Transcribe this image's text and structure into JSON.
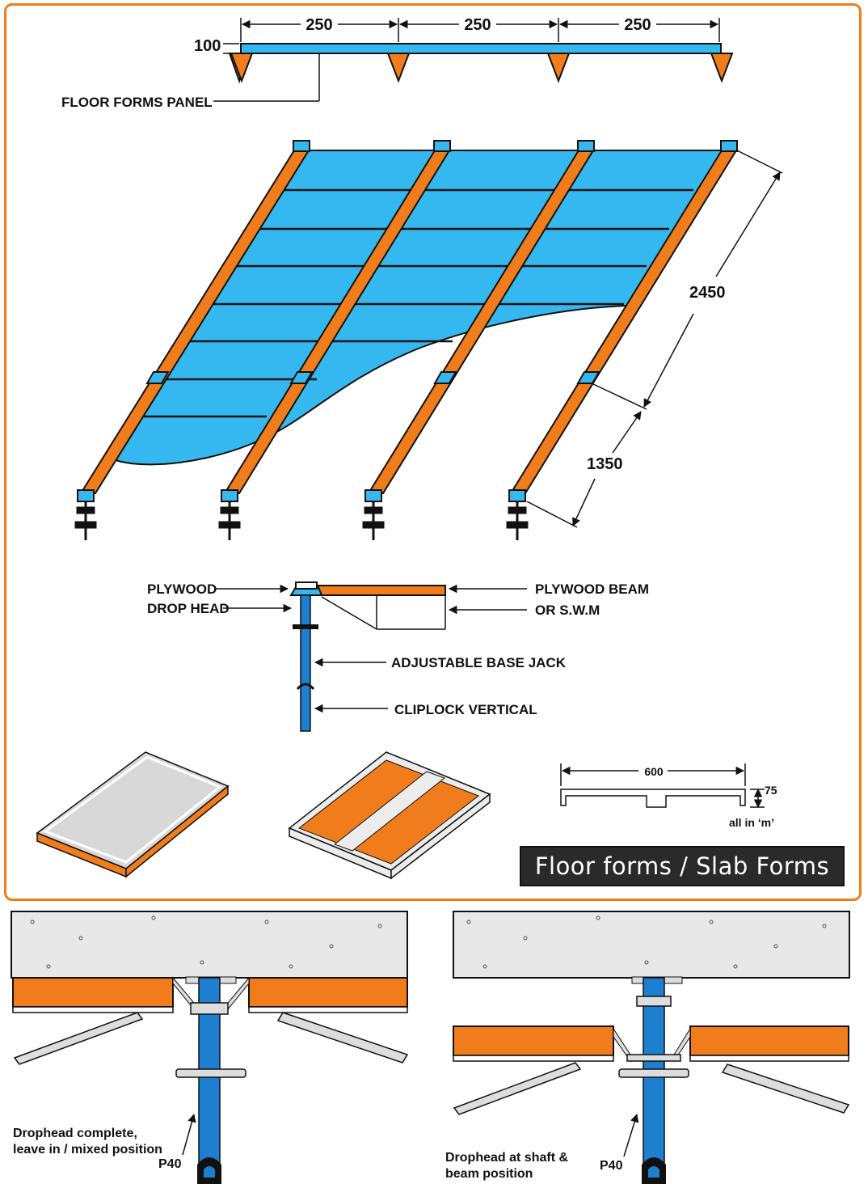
{
  "title": "Floor forms / Slab Forms",
  "section_profile": {
    "span_1": "250",
    "span_2": "250",
    "span_3": "250",
    "depth": "100",
    "panel_label": "FLOOR FORMS PANEL"
  },
  "iso_view": {
    "length_long": "2450",
    "length_short": "1350"
  },
  "drophead_detail": {
    "plywood": "PLYWOOD",
    "drop_head": "DROP HEAD",
    "plywood_beam": "PLYWOOD BEAM",
    "swm": "OR S.W.M",
    "base_jack": "ADJUSTABLE BASE JACK",
    "cliplock": "CLIPLOCK VERTICAL"
  },
  "panel_section": {
    "width": "600",
    "depth": "75",
    "units_note": "all in ‘m’"
  },
  "bottom_left": {
    "caption_line1": "Drophead complete,",
    "caption_line2": "leave in / mixed position",
    "prop_label": "P40"
  },
  "bottom_right": {
    "caption_line1": "Drophead at shaft &",
    "caption_line2": "beam position",
    "prop_label": "P40"
  },
  "colors": {
    "panel_blue": "#35b8f0",
    "beam_orange": "#f07c1c",
    "frame_orange": "#f07c1c",
    "prop_blue": "#1e7fd0",
    "concrete": "#e8e8e8"
  }
}
